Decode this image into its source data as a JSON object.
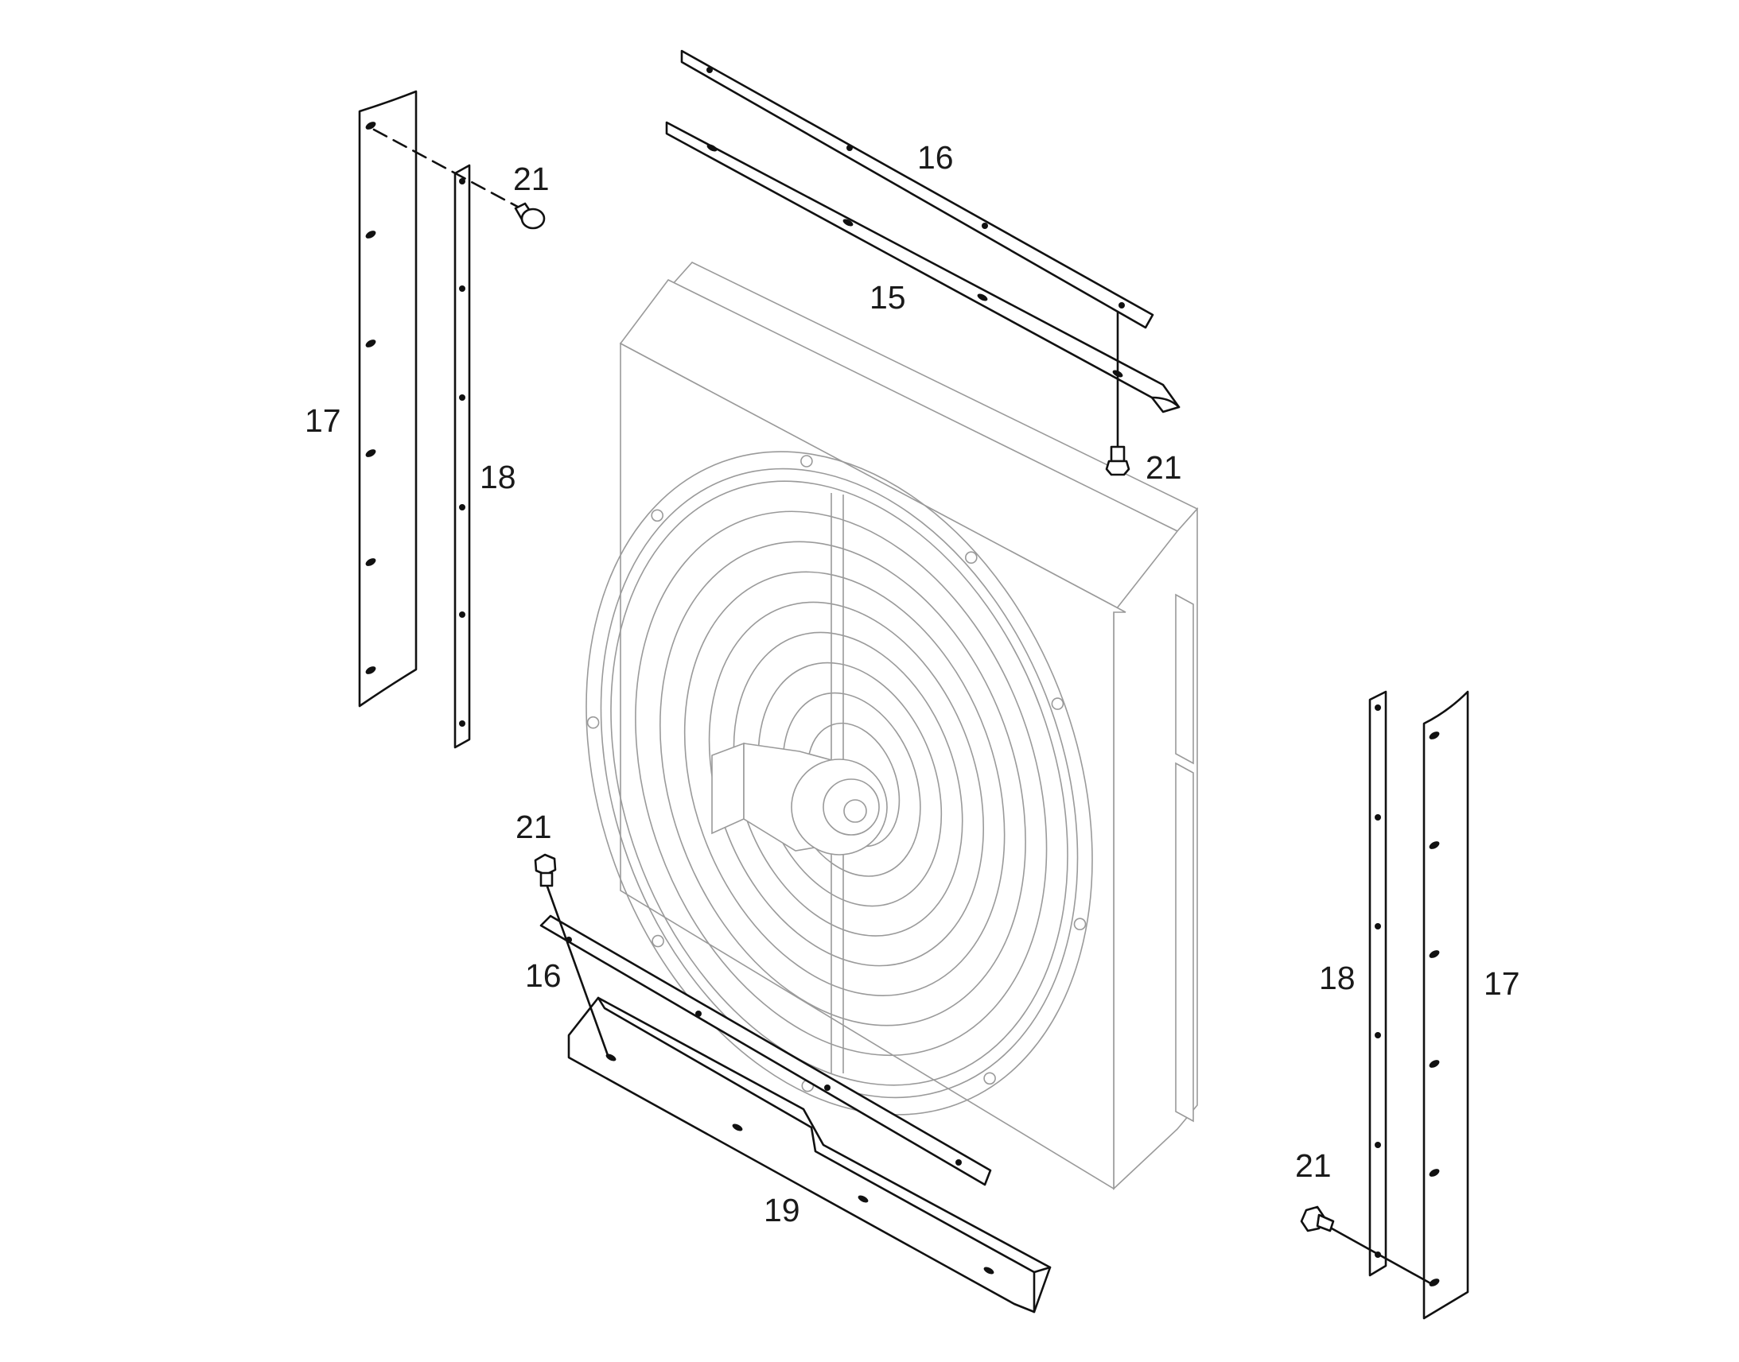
{
  "callouts": {
    "c15": "15",
    "c16_top": "16",
    "c16_bottom": "16",
    "c17_left": "17",
    "c17_right": "17",
    "c18_left": "18",
    "c18_right": "18",
    "c19": "19",
    "c21_top_left": "21",
    "c21_top_right": "21",
    "c21_bottom_left": "21",
    "c21_bottom_right": "21"
  },
  "colors": {
    "ink": "#111111",
    "faint": "#9a9a9a",
    "background": "#ffffff"
  }
}
